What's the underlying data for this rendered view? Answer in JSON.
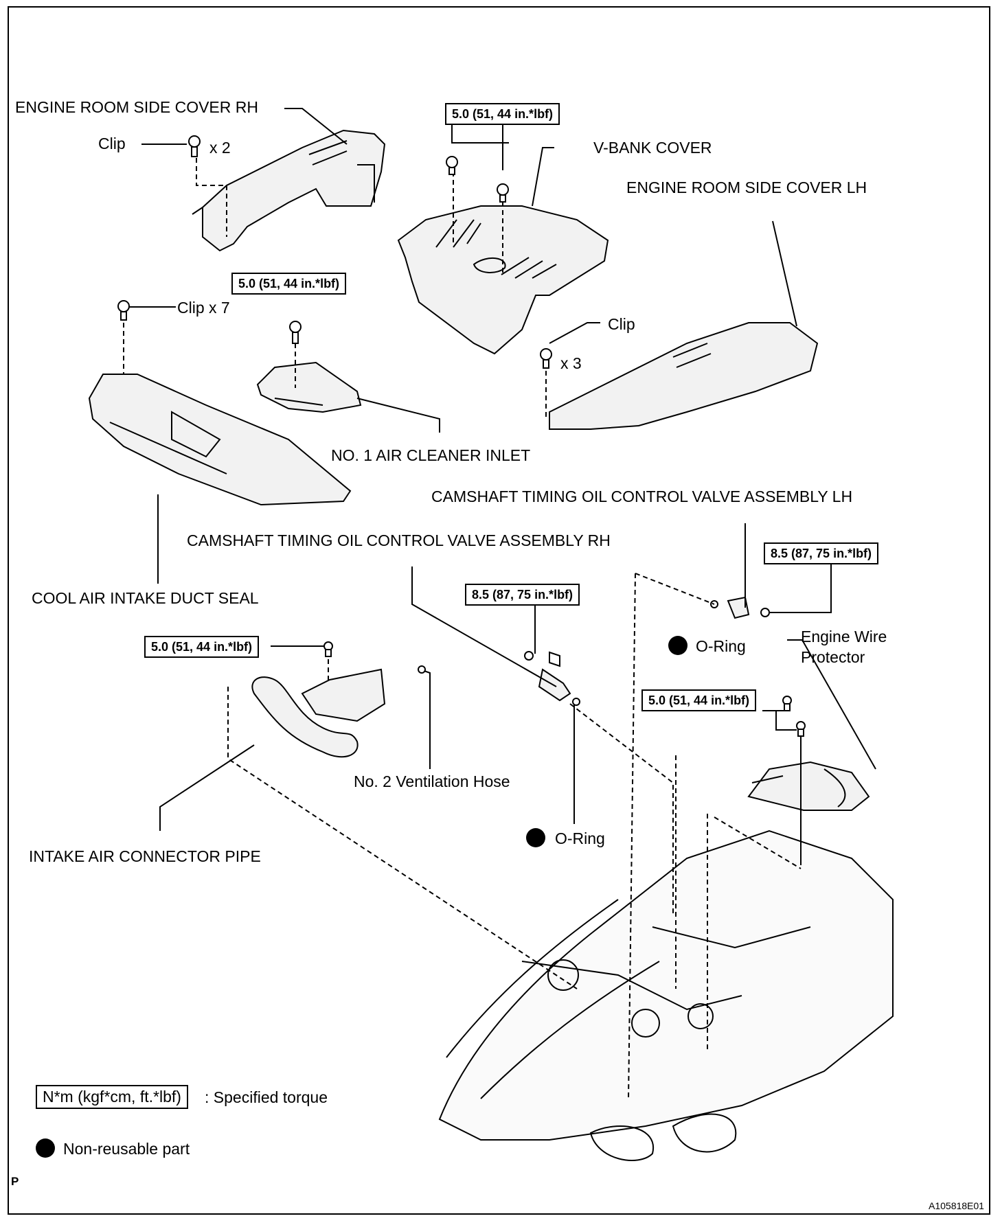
{
  "labels": {
    "rh_cover": "ENGINE ROOM SIDE COVER RH",
    "clip_a": "Clip",
    "clip_a_qty": "x 2",
    "vbank": "V-BANK COVER",
    "lh_cover": "ENGINE ROOM SIDE COVER LH",
    "clip_b": "Clip  x 7",
    "clip_c": "Clip",
    "clip_c_qty": "x 3",
    "air_inlet": "NO. 1 AIR CLEANER INLET",
    "ocv_lh": "CAMSHAFT TIMING OIL CONTROL VALVE ASSEMBLY LH",
    "ocv_rh": "CAMSHAFT TIMING OIL CONTROL VALVE ASSEMBLY RH",
    "duct_seal": "COOL AIR INTAKE DUCT SEAL",
    "oring_lh": "O-Ring",
    "wire_protector_1": "Engine Wire",
    "wire_protector_2": "Protector",
    "vent_hose": "No. 2 Ventilation Hose",
    "oring_rh": "O-Ring",
    "connector_pipe": "INTAKE AIR CONNECTOR PIPE"
  },
  "torques": {
    "vbank": "5.0 (51, 44 in.*lbf)",
    "inlet": "5.0 (51, 44 in.*lbf)",
    "ocv_lh": "8.5 (87, 75 in.*lbf)",
    "ocv_rh": "8.5 (87, 75 in.*lbf)",
    "pipe": "5.0 (51, 44 in.*lbf)",
    "protector": "5.0 (51, 44 in.*lbf)"
  },
  "legend": {
    "torque_box": "N*m (kgf*cm, ft.*lbf)",
    "torque_text": ": Specified torque",
    "nonreusable_text": "Non-reusable part"
  },
  "footer": {
    "left_mark": "P",
    "figure_id": "A105818E01"
  }
}
